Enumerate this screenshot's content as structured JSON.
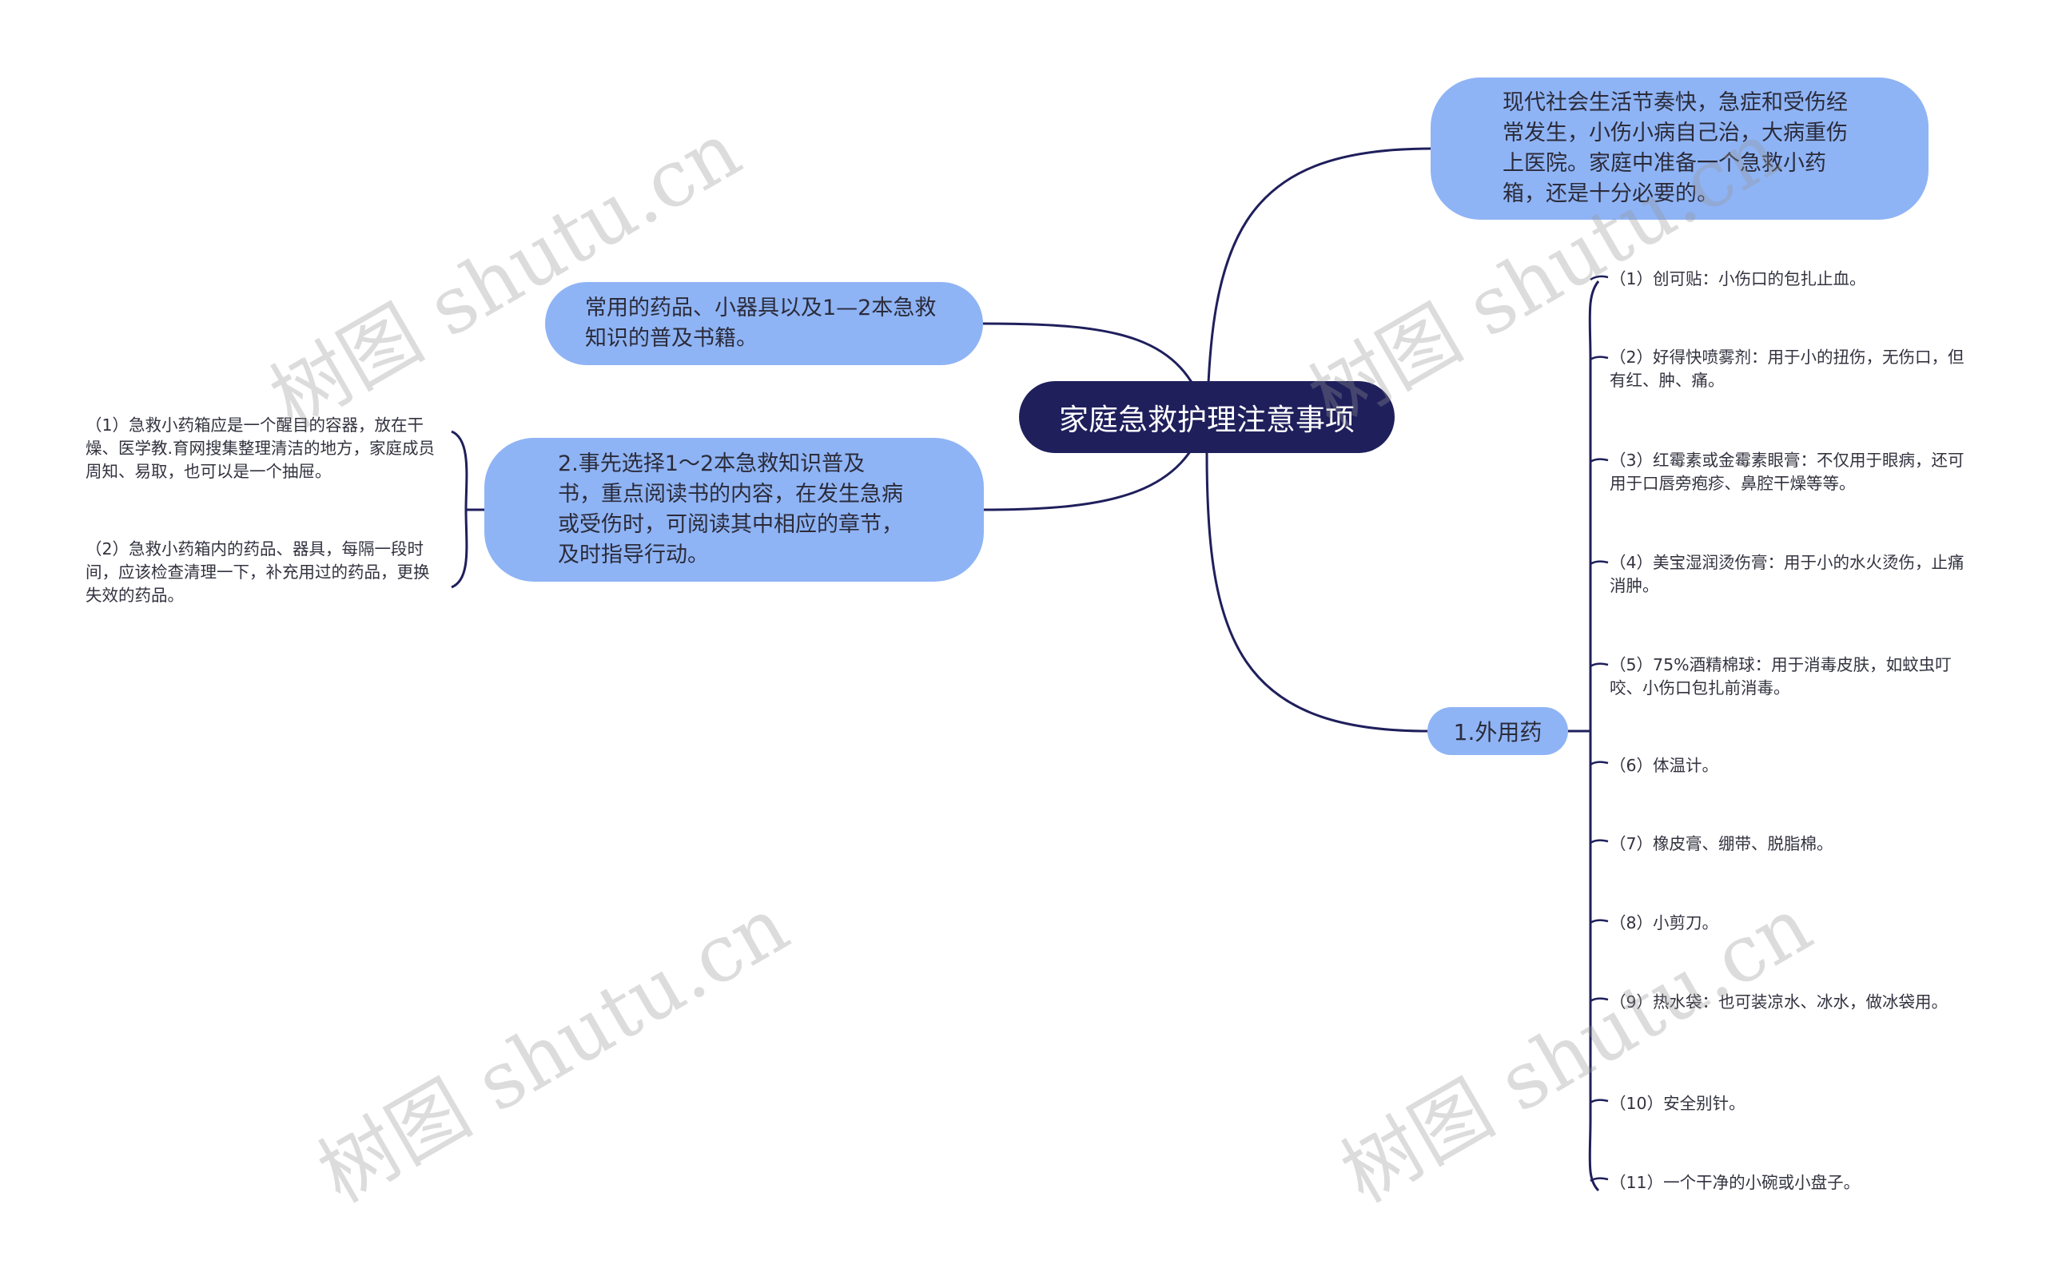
{
  "root": {
    "label": "家庭急救护理注意事项"
  },
  "branches": {
    "intro": {
      "label": "现代社会生活节奏快，急症和受伤经常发生，小伤小病自己治，大病重伤上医院。家庭中准备一个急救小药箱，还是十分必要的。"
    },
    "common": {
      "label": "常用的药品、小器具以及1—2本急救知识的普及书籍。"
    },
    "choose": {
      "label": "2.事先选择1～2本急救知识普及书，重点阅读书的内容，在发生急病或受伤时，可阅读其中相应的章节，及时指导行动。",
      "children": [
        "（1）急救小药箱应是一个醒目的容器，放在干燥、医学教.育网搜集整理清洁的地方，家庭成员周知、易取，也可以是一个抽屉。",
        "（2）急救小药箱内的药品、器具，每隔一段时间，应该检查清理一下，补充用过的药品，更换失效的药品。"
      ]
    },
    "external": {
      "label": "1.外用药",
      "children": [
        "（1）创可贴：小伤口的包扎止血。",
        "（2）好得快喷雾剂：用于小的扭伤，无伤口，但有红、肿、痛。",
        "（3）红霉素或金霉素眼膏：不仅用于眼病，还可用于口唇旁疱疹、鼻腔干燥等等。",
        "（4）美宝湿润烫伤膏：用于小的水火烫伤，止痛消肿。",
        "（5）75%酒精棉球：用于消毒皮肤，如蚊虫叮咬、小伤口包扎前消毒。",
        "（6）体温计。",
        "（7）橡皮膏、绷带、脱脂棉。",
        "（8）小剪刀。",
        "（9）热水袋：也可装凉水、冰水，做冰袋用。",
        "（10）安全别针。",
        "（11）一个干净的小碗或小盘子。"
      ]
    }
  },
  "watermark": "树图 shutu.cn",
  "colors": {
    "root": "#1f1f5c",
    "bubble": "#8fb4f5",
    "edge": "#1f1f5c"
  }
}
